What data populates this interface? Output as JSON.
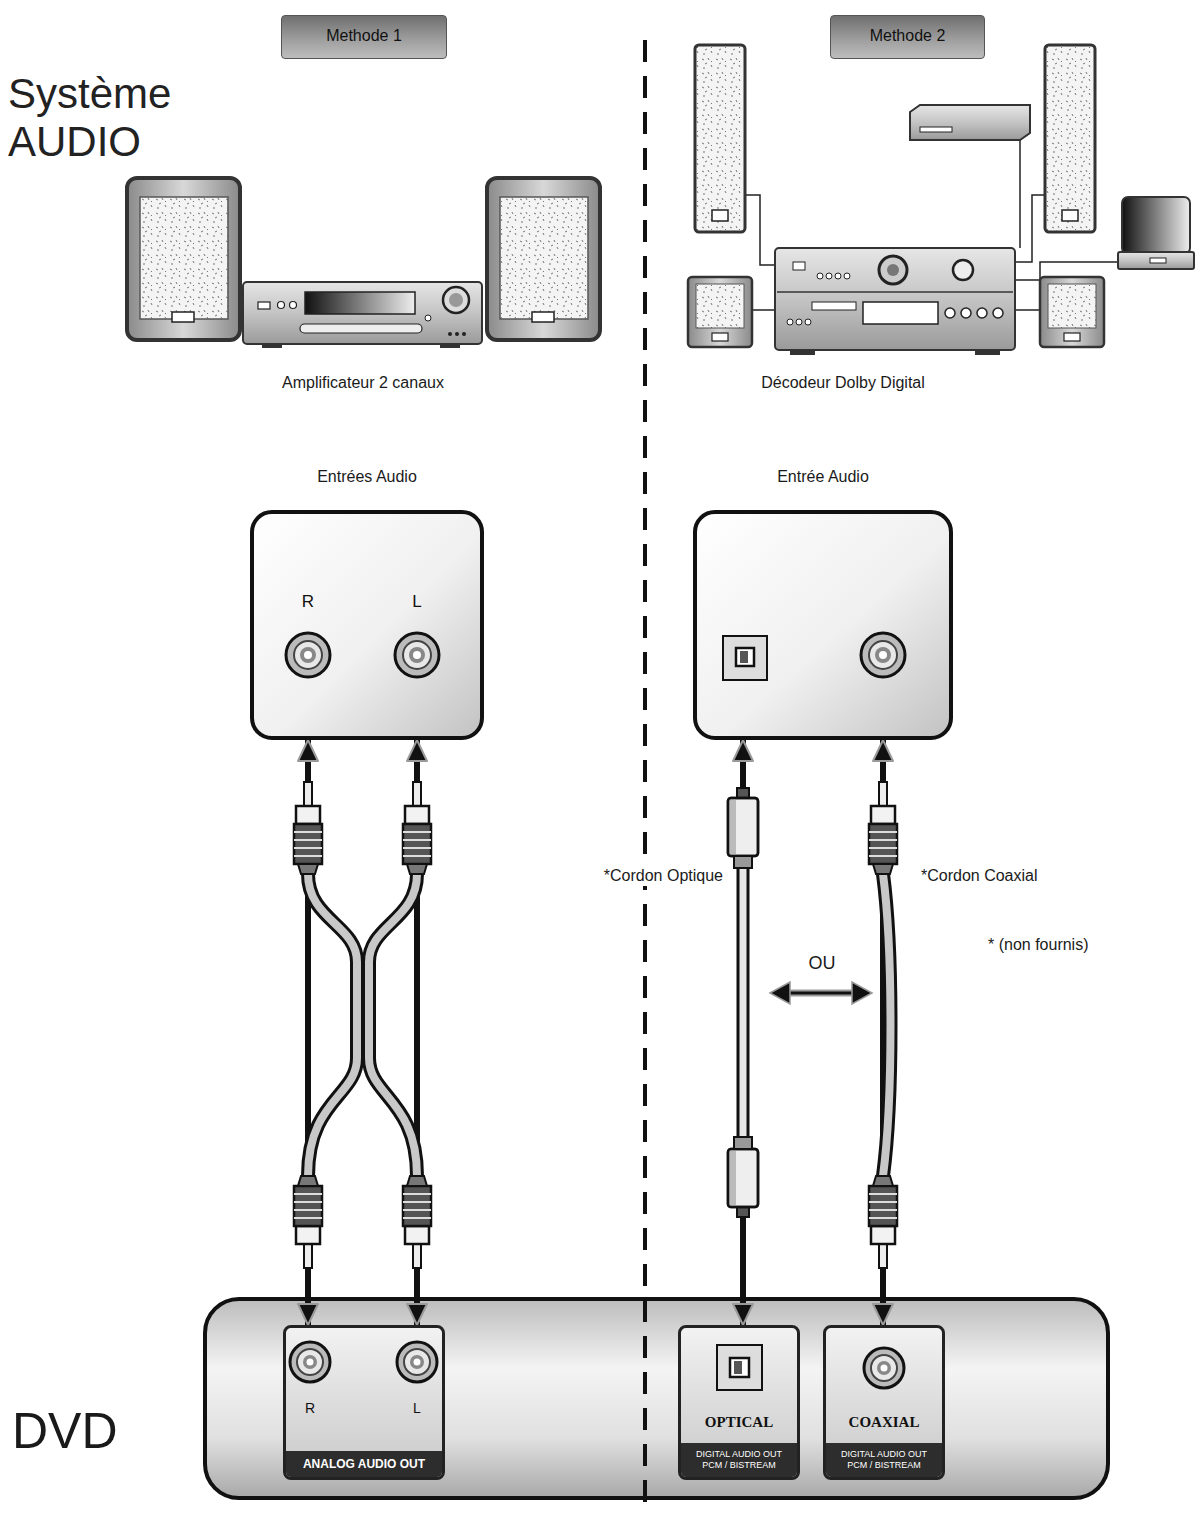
{
  "diagram": {
    "title": "Système AUDIO",
    "nodes": [
      {
        "text": [
          "Methode 1"
        ]
      },
      {
        "text": [
          "Methode 2"
        ]
      },
      {
        "text": [
          "Entrées Audio",
          "R",
          "L"
        ]
      },
      {
        "text": [
          "Entrée Audio"
        ]
      },
      {
        "text": [
          "DVD"
        ]
      },
      {
        "text": [
          "R",
          "L",
          "ANALOG AUDIO OUT"
        ],
        "in": 4
      },
      {
        "text": [
          "OPTICAL",
          "DIGITAL AUDIO OUT PCM / BISTREAM"
        ],
        "in": 4
      },
      {
        "text": [
          "COAXIAL",
          "DIGITAL AUDIO OUT PCM / BISTREAM"
        ],
        "in": 4
      }
    ],
    "edges": [
      {
        "from": 5,
        "to": 2,
        "arrow": "both"
      },
      {
        "from": 5,
        "to": 2,
        "arrow": "both"
      },
      {
        "from": 6,
        "to": 3,
        "label": "*Cordon Optique",
        "arrow": "both"
      },
      {
        "from": 7,
        "to": 3,
        "label": "*Cordon Coaxial",
        "arrow": "both"
      }
    ],
    "labels": [
      "Amplificateur 2 canaux",
      "Décodeur Dolby Digital",
      "OU",
      "* (non fournis)"
    ]
  }
}
